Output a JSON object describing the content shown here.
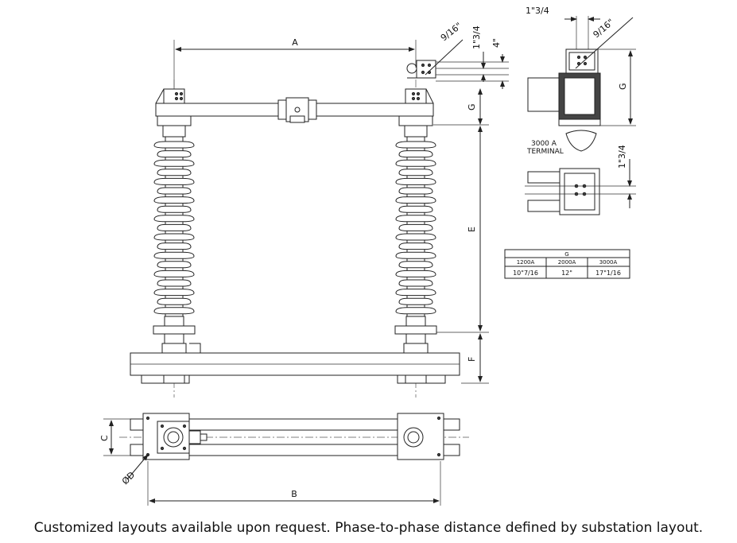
{
  "labels": {
    "A": "A",
    "B": "B",
    "C": "C",
    "D": "ØD",
    "E": "E",
    "F": "F",
    "G_front": "G",
    "G_side": "G",
    "dim_9_16_front": "9/16\"",
    "dim_1_3_4_front": "1\"3/4",
    "dim_4": "4\"",
    "dim_1_3_4_top": "1\"3/4",
    "dim_9_16_side": "9/16\"",
    "dim_1_3_4_side": "1\"3/4",
    "terminal_line1": "3000 A",
    "terminal_line2": "TERMINAL"
  },
  "g_table": {
    "title": "G",
    "headers": [
      "1200A",
      "2000A",
      "3000A"
    ],
    "values": [
      "10\"7/16",
      "12\"",
      "17\"1/16"
    ]
  },
  "caption": "Customized layouts available upon request. Phase-to-phase distance defined by substation layout."
}
